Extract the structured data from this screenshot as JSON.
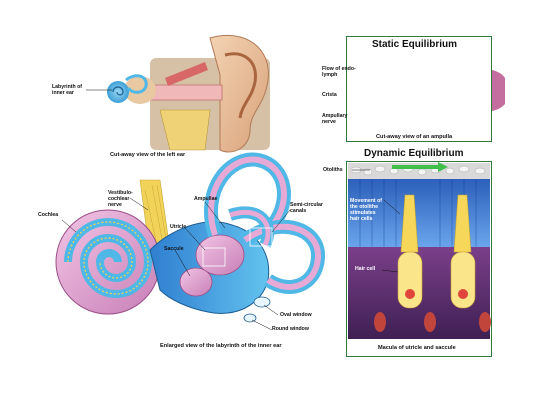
{
  "colors": {
    "panel_border": "#2f7a3a",
    "fluid_blue": "#4fb8e6",
    "membrane_pink": "#e7a9d6",
    "nerve_yellow": "#f2d35a",
    "cilia_blue": "#3b6fd1"
  },
  "ear": {
    "label_labyrinth": "Labyrinth of\ninner ear",
    "caption": "Cut-away view of the left ear"
  },
  "static_eq": {
    "title": "Static Equilibrium",
    "label_flow": "Flow of endo-\nlymph",
    "label_crista": "Crista",
    "label_nerve": "Ampullary\nnerve",
    "caption": "Cut-away view of an ampulla"
  },
  "labyrinth": {
    "label_vestibulocochlear": "Vestibulo-\ncochlear\nnerve",
    "label_cochlea": "Cochlea",
    "label_utricle": "Utricle",
    "label_ampullae": "Ampullae",
    "label_semicircular": "Semi-circular\ncanals",
    "label_saccule": "Saccule",
    "label_oval": "Oval window",
    "label_round": "Round window",
    "caption": "Enlarged view of the labyrinth of the inner ear"
  },
  "dynamic_eq": {
    "title": "Dynamic Equilibrium",
    "label_otoliths": "Otoliths",
    "label_movement": "Movement of\nthe otolithe\nstimulates\nhair cells",
    "label_hair_cell": "Hair cell",
    "caption": "Macula of utricle and saccule"
  }
}
